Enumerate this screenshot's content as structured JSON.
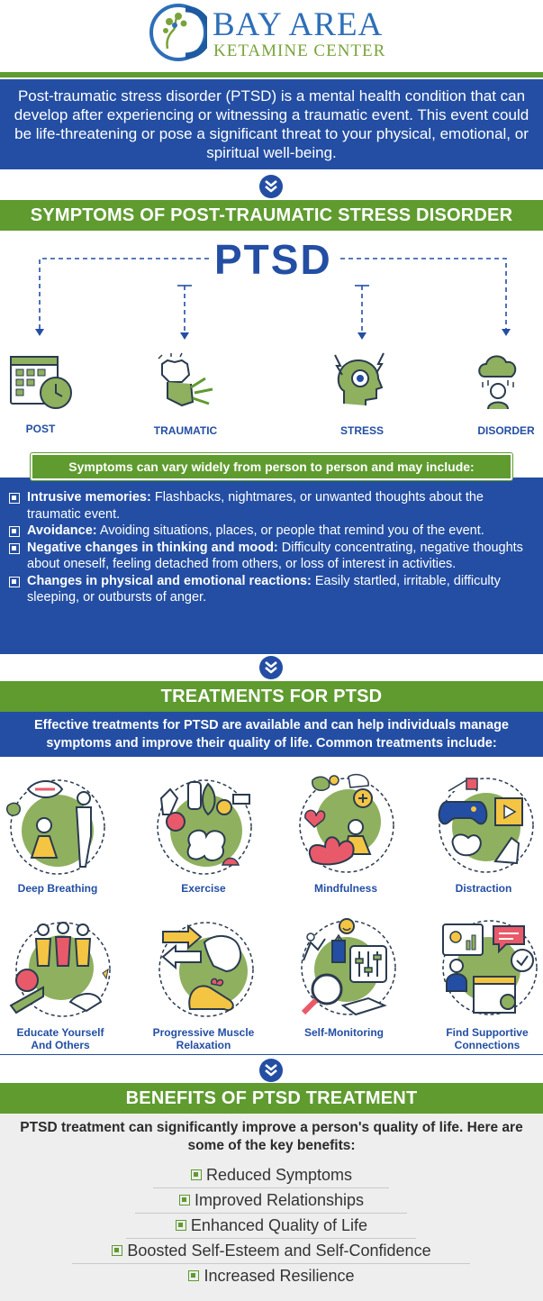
{
  "brand": {
    "title": "BAY AREA",
    "subtitle": "KETAMINE CENTER"
  },
  "intro": {
    "text": "Post-traumatic stress disorder (PTSD) is a mental health condition that can develop after experiencing or witnessing a traumatic event. This event could be life-threatening or pose a significant threat to your physical, emotional, or spiritual well-being."
  },
  "symptoms_section": {
    "heading": "SYMPTOMS OF POST-TRAUMATIC STRESS DISORDER",
    "acronym": "PTSD",
    "words": [
      {
        "label": "POST",
        "icon": "calendar-clock-icon"
      },
      {
        "label": "TRAUMATIC",
        "icon": "fist-breaking-icon"
      },
      {
        "label": "STRESS",
        "icon": "head-gear-stress-icon"
      },
      {
        "label": "DISORDER",
        "icon": "rain-cloud-head-icon"
      }
    ],
    "pill": "Symptoms can vary widely from person to person and may include:",
    "items": [
      {
        "title": "Intrusive memories:",
        "text": " Flashbacks, nightmares, or unwanted thoughts about the traumatic event."
      },
      {
        "title": "Avoidance:",
        "text": " Avoiding situations, places, or people that remind you of the event."
      },
      {
        "title": "Negative changes in thinking and mood:",
        "text": " Difficulty concentrating, negative thoughts about oneself, feeling detached from others, or loss of interest in activities."
      },
      {
        "title": "Changes in physical and emotional reactions:",
        "text": " Easily startled, irritable, difficulty sleeping, or outbursts of anger."
      }
    ]
  },
  "treatments_section": {
    "heading": "TREATMENTS FOR PTSD",
    "intro": "Effective treatments for PTSD are available and can help individuals manage symptoms and improve their quality of life. Common treatments include:",
    "items": [
      {
        "label": "Deep Breathing",
        "icon": "breathing-meditation-icon"
      },
      {
        "label": "Exercise",
        "icon": "exercise-brain-icon"
      },
      {
        "label": "Mindfulness",
        "icon": "mindfulness-lotus-icon"
      },
      {
        "label": "Distraction",
        "icon": "game-controller-icon"
      },
      {
        "label": "Educate Yourself\nAnd Others",
        "icon": "people-education-icon"
      },
      {
        "label": "Progressive Muscle\nRelaxation",
        "icon": "muscle-arrows-icon"
      },
      {
        "label": "Self-Monitoring",
        "icon": "magnifier-sliders-icon"
      },
      {
        "label": "Find Supportive\nConnections",
        "icon": "video-chat-support-icon"
      }
    ]
  },
  "benefits_section": {
    "heading": "BENEFITS OF PTSD TREATMENT",
    "intro": "PTSD treatment can significantly improve a person's quality of life. Here are some of the key benefits:",
    "items": [
      "Reduced Symptoms",
      "Improved Relationships",
      "Enhanced Quality of Life",
      "Boosted Self-Esteem and Self-Confidence",
      "Increased Resilience"
    ]
  },
  "colors": {
    "blue": "#234ea3",
    "green": "#5f9b2f",
    "light_green": "#8fb05f",
    "brand_blue": "#2d6fb8"
  }
}
